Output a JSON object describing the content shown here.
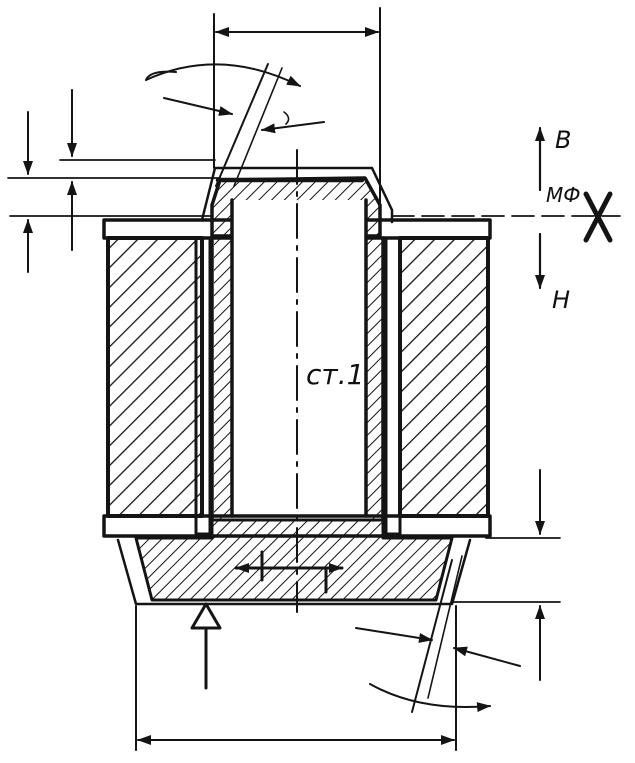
{
  "labels": {
    "part": "ст.1",
    "upper": "В",
    "middle": "МФ",
    "lower": "Н"
  },
  "colors": {
    "ink": "#141414",
    "paper": "#ffffff"
  }
}
